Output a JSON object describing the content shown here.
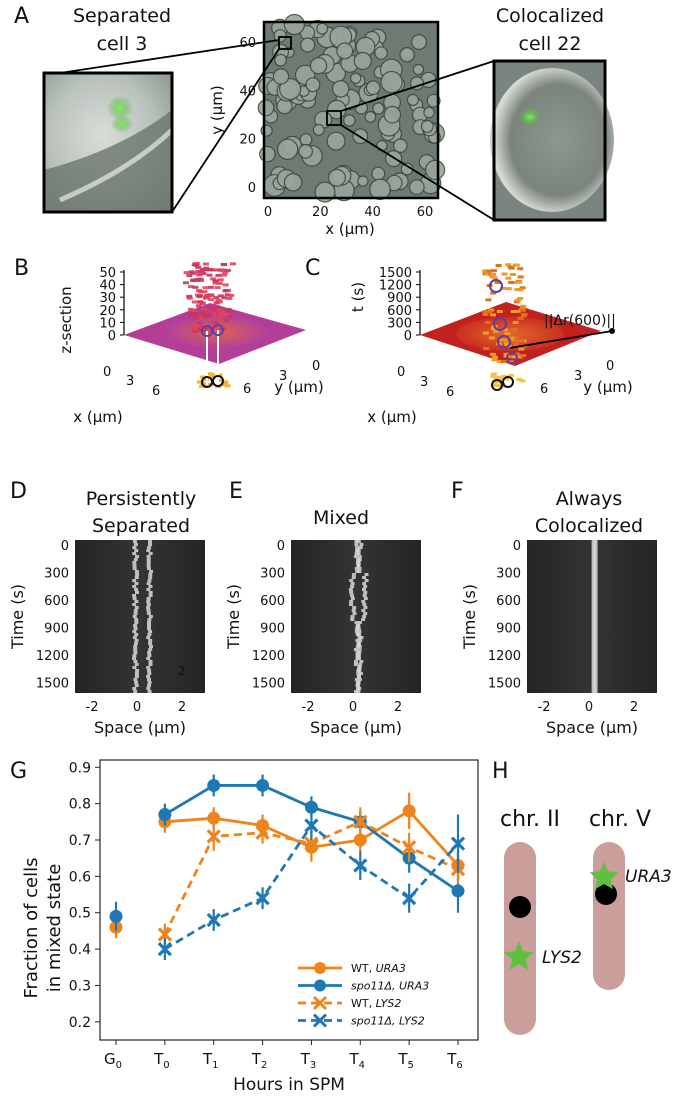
{
  "panel_letters": [
    "A",
    "B",
    "C",
    "D",
    "E",
    "F",
    "G",
    "H"
  ],
  "panel_a": {
    "left_title": [
      "Separated",
      "cell 3"
    ],
    "right_title": [
      "Colocalized",
      "cell 22"
    ],
    "x_label": "x (μm)",
    "y_label": "y (μm)",
    "x_ticks": [
      "0",
      "20",
      "40",
      "60"
    ],
    "y_ticks": [
      "0",
      "20",
      "40",
      "60"
    ]
  },
  "panel_b": {
    "z_label": "z-section",
    "z_ticks": [
      "0",
      "10",
      "20",
      "30",
      "40",
      "50"
    ],
    "x_label": "x (μm)",
    "y_label": "y (μm)",
    "x_ticks": [
      "0",
      "3",
      "6"
    ],
    "y_ticks": [
      "0",
      "3",
      "6"
    ]
  },
  "panel_c": {
    "t_label": "t (s)",
    "t_ticks": [
      "0",
      "300",
      "600",
      "900",
      "1200",
      "1500"
    ],
    "x_label": "x (μm)",
    "y_label": "y (μm)",
    "x_ticks": [
      "0",
      "3",
      "6"
    ],
    "y_ticks": [
      "0",
      "3",
      "6"
    ],
    "annotation": "||Δr(600)||"
  },
  "kymographs": {
    "time_label": "Time (s)",
    "space_label": "Space (μm)",
    "time_ticks": [
      "0",
      "300",
      "600",
      "900",
      "1200",
      "1500"
    ],
    "space_ticks": [
      "-2",
      "0",
      "2"
    ],
    "d_title": [
      "Persistently",
      "Separated"
    ],
    "e_title": [
      "Mixed"
    ],
    "f_title": [
      "Always",
      "Colocalized"
    ],
    "d_marker": "2"
  },
  "panel_g": {
    "y_label": [
      "Fraction of cells",
      "in mixed state"
    ],
    "x_label": "Hours in SPM",
    "colors": {
      "wt": "#f0841c",
      "spo": "#1f77b4"
    }
  },
  "chart_data": {
    "type": "line",
    "categories": [
      "G0",
      "T0",
      "T1",
      "T2",
      "T3",
      "T4",
      "T5",
      "T6"
    ],
    "ylim": [
      0.15,
      0.92
    ],
    "yticks": [
      "0.2",
      "0.3",
      "0.4",
      "0.5",
      "0.6",
      "0.7",
      "0.8",
      "0.9"
    ],
    "series": [
      {
        "name": "WT, URA3",
        "color": "#f0841c",
        "dashed": false,
        "marker": "circle",
        "values": [
          0.46,
          0.75,
          0.76,
          0.74,
          0.68,
          0.7,
          0.78,
          0.63
        ],
        "err": [
          0.03,
          0.03,
          0.03,
          0.03,
          0.04,
          0.03,
          0.05,
          0.04
        ]
      },
      {
        "name": "spo11Δ, URA3",
        "color": "#1f77b4",
        "dashed": false,
        "marker": "circle",
        "values": [
          0.49,
          0.77,
          0.85,
          0.85,
          0.79,
          0.75,
          0.65,
          0.56
        ],
        "err": [
          0.04,
          0.03,
          0.03,
          0.03,
          0.03,
          0.03,
          0.04,
          0.06
        ]
      },
      {
        "name": "WT, LYS2",
        "color": "#f0841c",
        "dashed": true,
        "marker": "x",
        "values": [
          null,
          0.44,
          0.71,
          0.72,
          0.69,
          0.75,
          0.68,
          0.62
        ],
        "err": [
          0,
          0.03,
          0.04,
          0.03,
          0.04,
          0.04,
          0.04,
          0.04
        ]
      },
      {
        "name": "spo11Δ, LYS2",
        "color": "#1f77b4",
        "dashed": true,
        "marker": "x",
        "values": [
          null,
          0.4,
          0.48,
          0.54,
          0.74,
          0.63,
          0.54,
          0.69
        ],
        "err": [
          0,
          0.03,
          0.03,
          0.03,
          0.04,
          0.04,
          0.04,
          0.08
        ]
      }
    ]
  },
  "panel_h": {
    "chr2_label": "chr. II",
    "chr5_label": "chr. V",
    "lys2_label": "LYS2",
    "ura3_label": "URA3",
    "chromosome_color": "#c99e9b",
    "locus_color": "#5fbf3f"
  }
}
